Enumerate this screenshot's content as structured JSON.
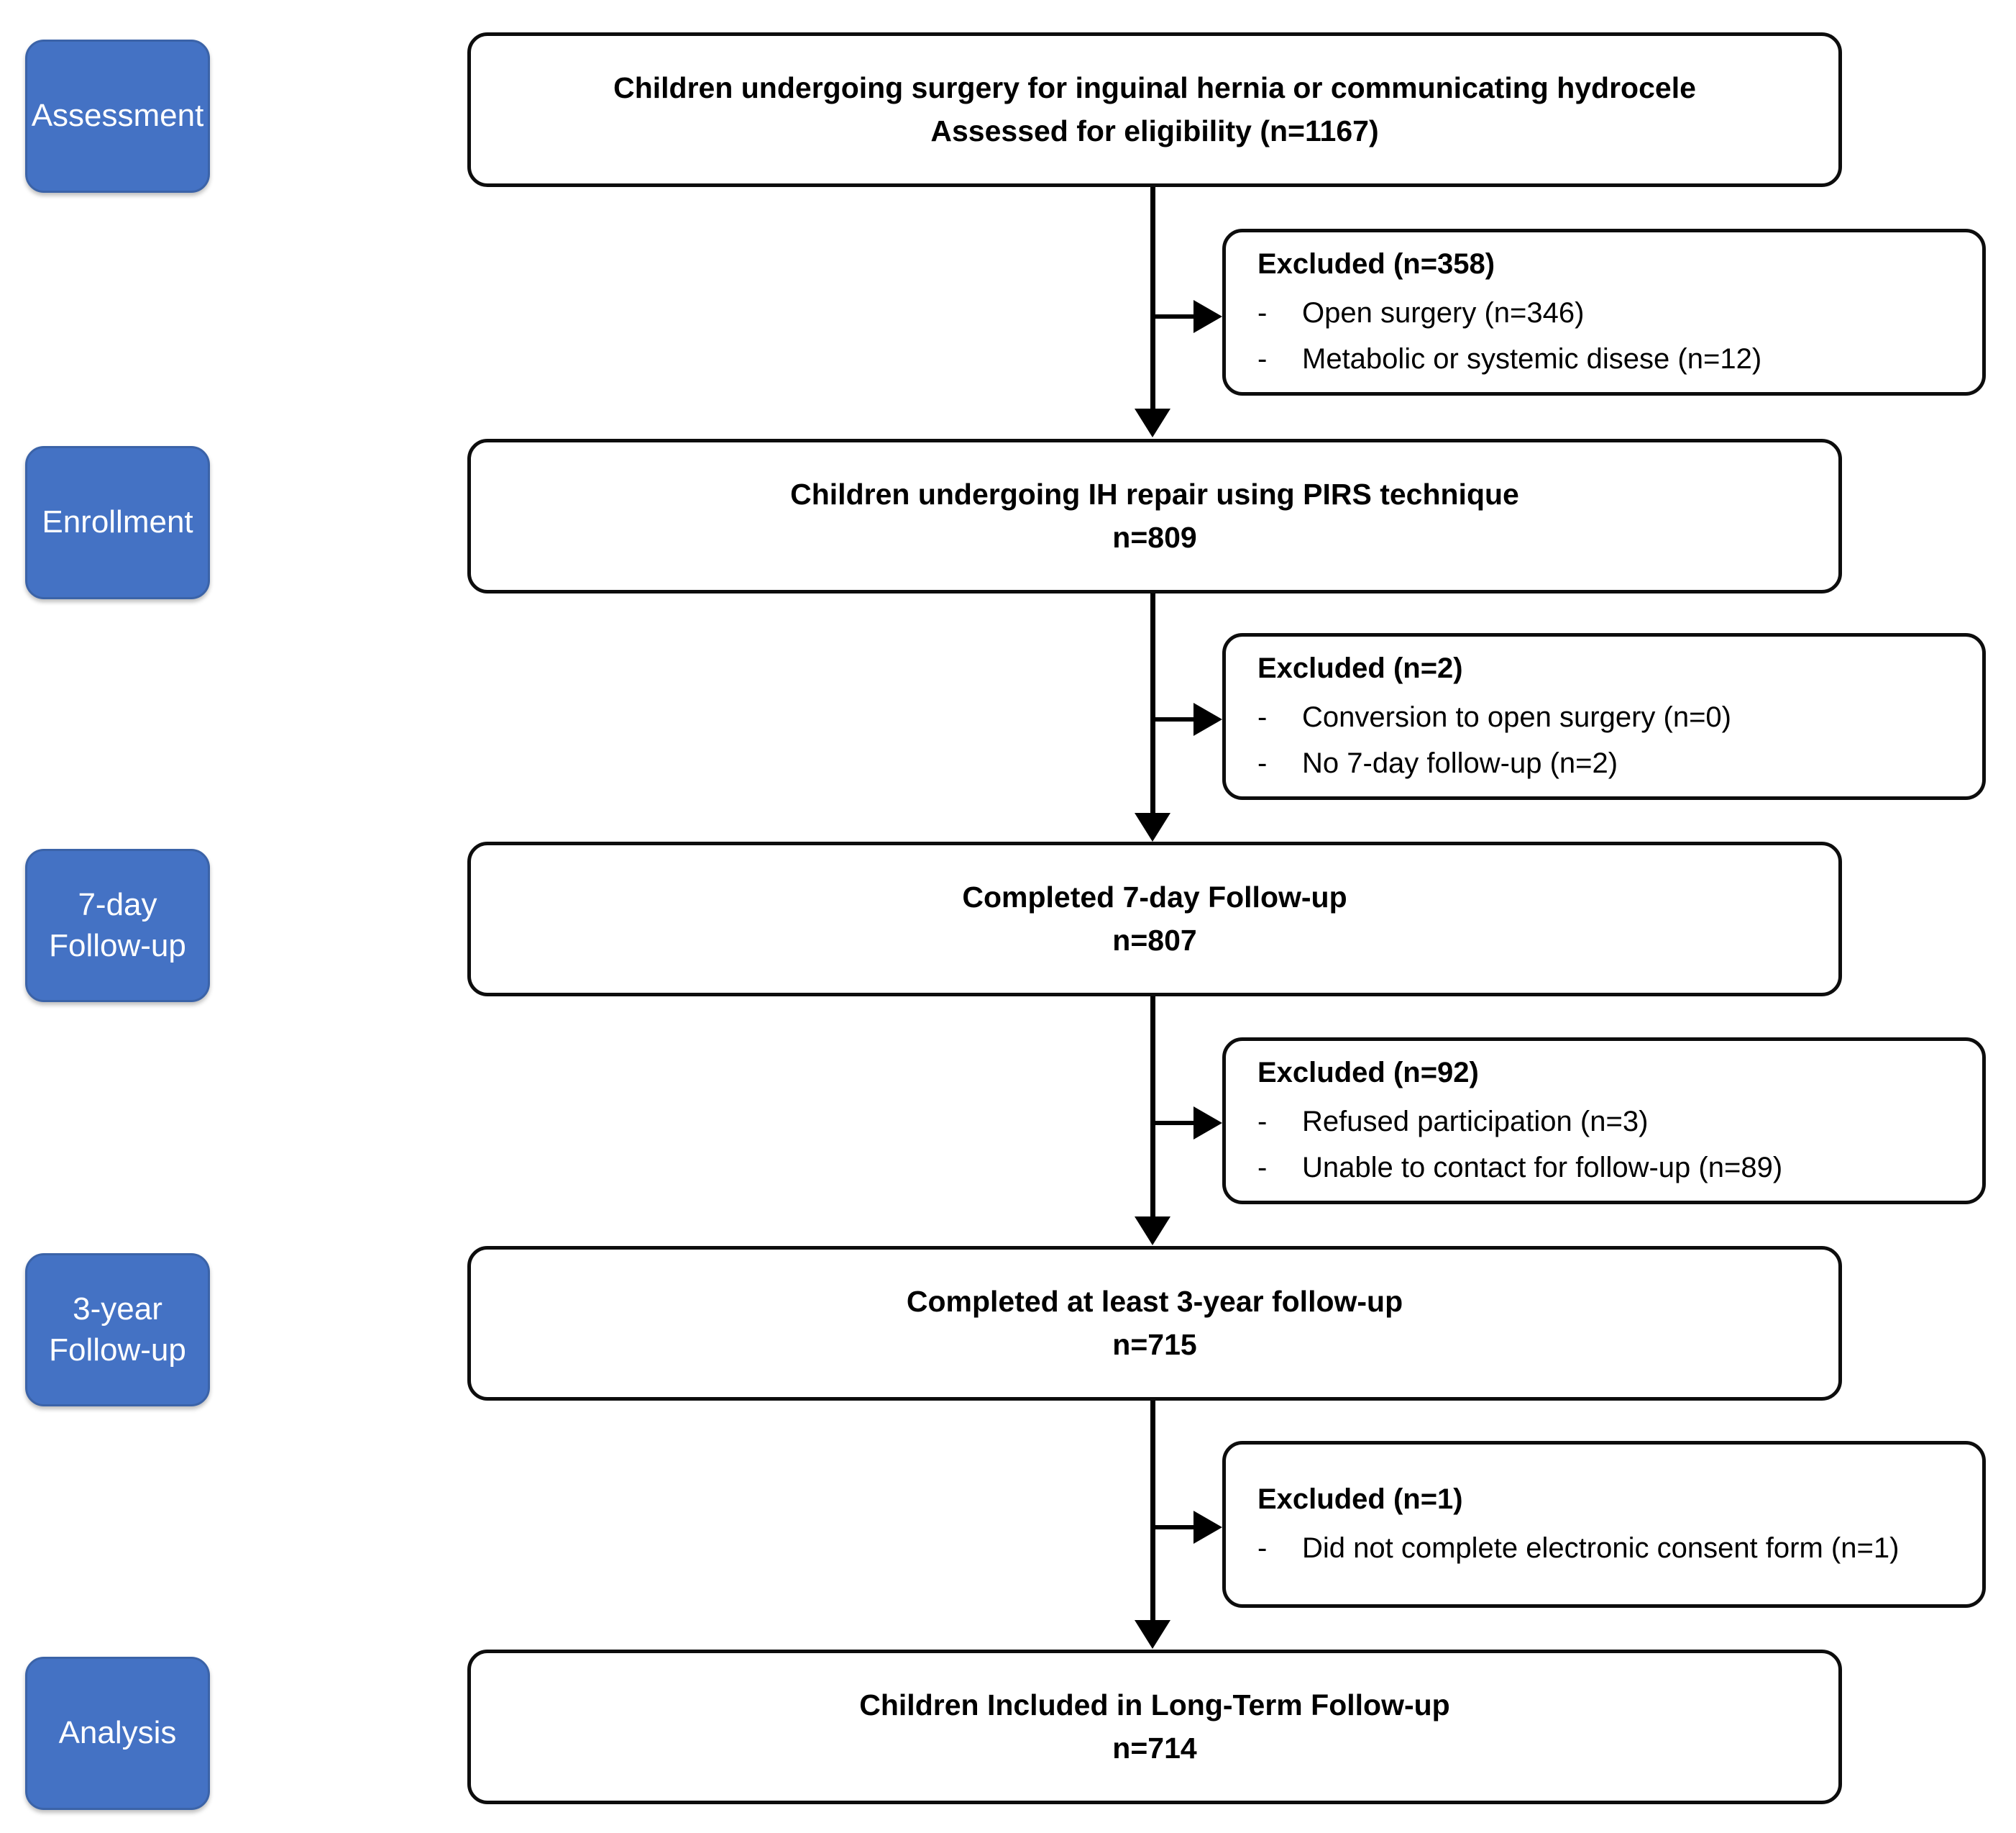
{
  "diagram": {
    "title": "CONSORT-style participant flow diagram",
    "accent_color": "#4472C4",
    "box_border_color": "#0D0D0D",
    "connector_color": "#000000"
  },
  "stages": [
    {
      "id": "assessment",
      "label": "Assessment"
    },
    {
      "id": "enrollment",
      "label": "Enrollment"
    },
    {
      "id": "followup7day",
      "label_line1": "7-day",
      "label_line2": "Follow-up"
    },
    {
      "id": "followup3year",
      "label_line1": "3-year",
      "label_line2": "Follow-up"
    },
    {
      "id": "analysis",
      "label": "Analysis"
    }
  ],
  "flow_boxes": [
    {
      "id": "assessed",
      "line1": "Children undergoing surgery for inguinal hernia or communicating hydrocele",
      "line2": "Assessed for eligibility (n=1167)"
    },
    {
      "id": "enrolled",
      "line1": "Children undergoing IH repair using PIRS technique",
      "line2": "n=809"
    },
    {
      "id": "completed7day",
      "line1": "Completed 7-day Follow-up",
      "line2": "n=807"
    },
    {
      "id": "completed3year",
      "line1": "Completed at least 3-year follow-up",
      "line2": "n=715"
    },
    {
      "id": "included",
      "line1": "Children Included in Long-Term Follow-up",
      "line2": "n=714"
    }
  ],
  "exclusions": [
    {
      "id": "excluded-1",
      "title": "Excluded (n=358)",
      "bullet": "-",
      "items": [
        "Open surgery (n=346)",
        "Metabolic or systemic disese (n=12)"
      ]
    },
    {
      "id": "excluded-2",
      "title": "Excluded (n=2)",
      "bullet": "-",
      "items": [
        "Conversion to open surgery (n=0)",
        "No 7-day follow-up (n=2)"
      ]
    },
    {
      "id": "excluded-3",
      "title": "Excluded (n=92)",
      "bullet": "-",
      "items": [
        "Refused participation (n=3)",
        "Unable to contact for follow-up (n=89)"
      ]
    },
    {
      "id": "excluded-4",
      "title": "Excluded (n=1)",
      "bullet": "-",
      "items": [
        "Did not complete electronic consent form (n=1)"
      ]
    }
  ]
}
